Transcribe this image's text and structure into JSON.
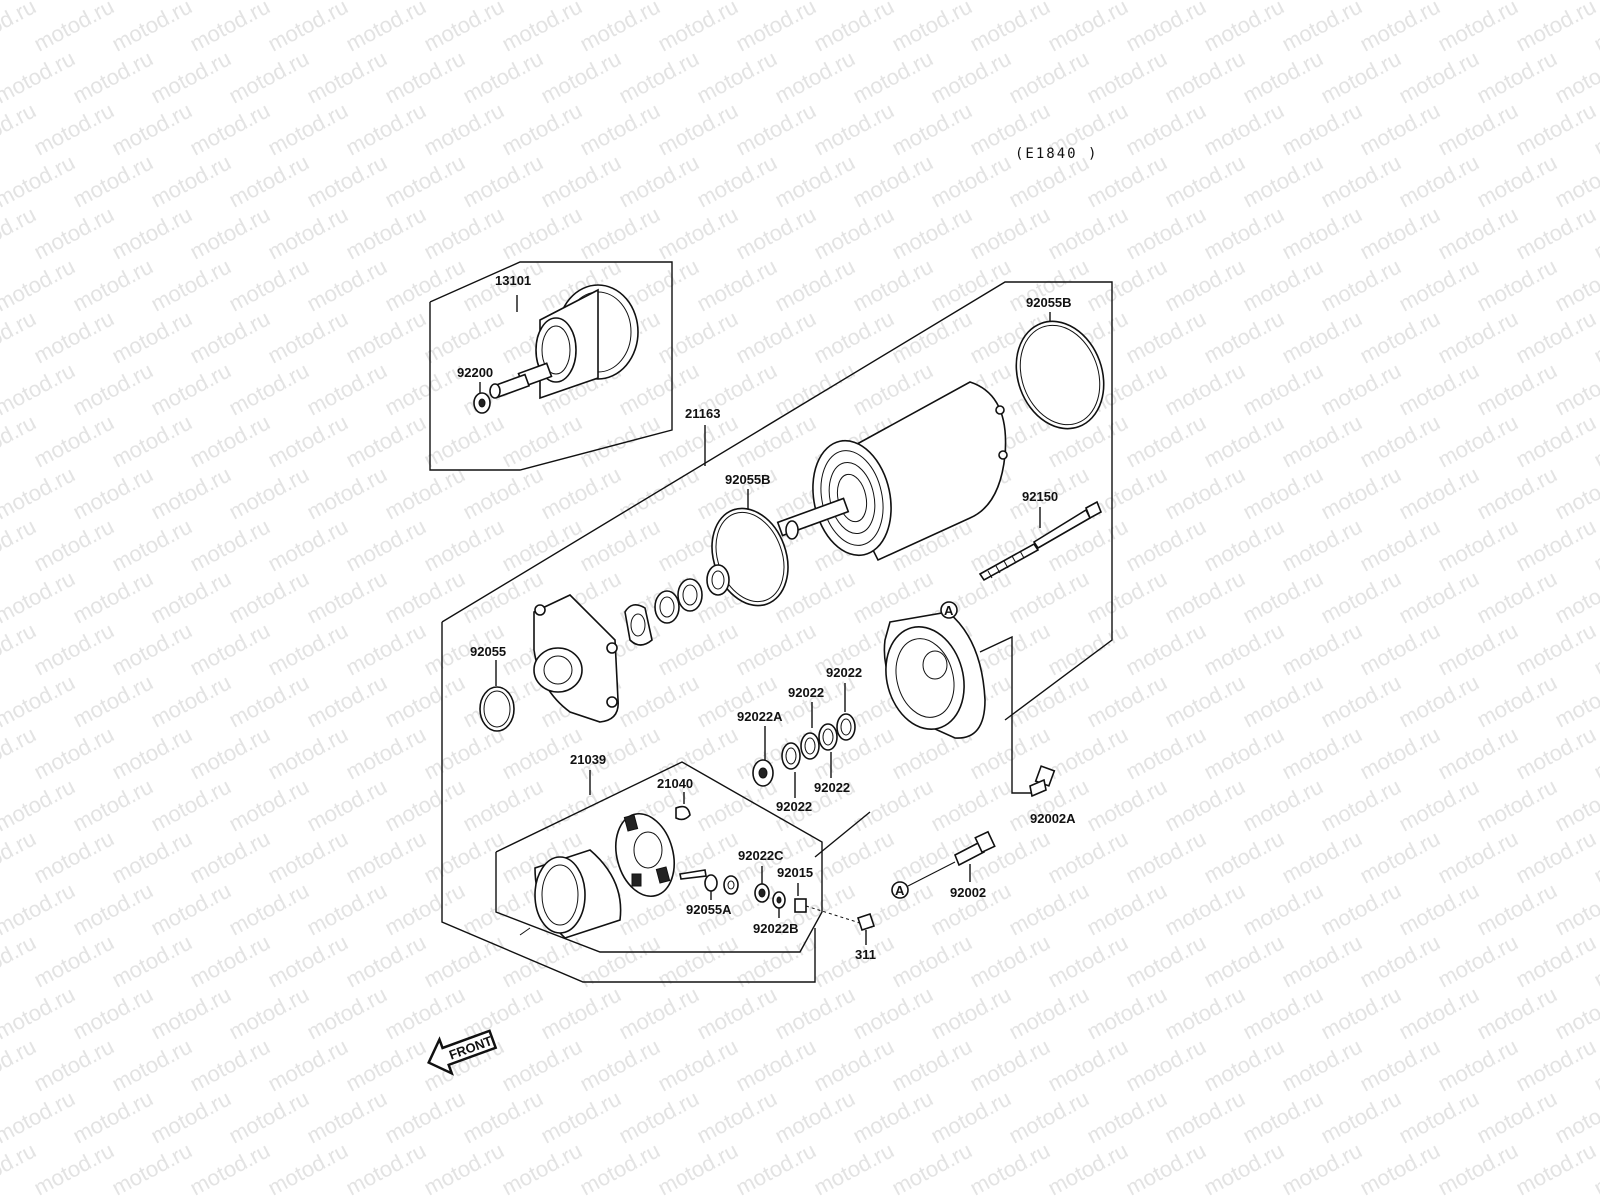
{
  "diagram": {
    "code": "(E1840 )",
    "watermark_text": "motod.ru",
    "front_label": "FRONT",
    "marker_letter": "A",
    "labels": [
      {
        "id": "l13101",
        "text": "13101"
      },
      {
        "id": "l92200",
        "text": "92200"
      },
      {
        "id": "l21163",
        "text": "21163"
      },
      {
        "id": "l92055B_top",
        "text": "92055B"
      },
      {
        "id": "l92055B_mid",
        "text": "92055B"
      },
      {
        "id": "l92150",
        "text": "92150"
      },
      {
        "id": "l92055",
        "text": "92055"
      },
      {
        "id": "l92022_a",
        "text": "92022"
      },
      {
        "id": "l92022_b",
        "text": "92022"
      },
      {
        "id": "l92022A",
        "text": "92022A"
      },
      {
        "id": "l92022_c",
        "text": "92022"
      },
      {
        "id": "l92022_d",
        "text": "92022"
      },
      {
        "id": "l21039",
        "text": "21039"
      },
      {
        "id": "l21040",
        "text": "21040"
      },
      {
        "id": "l92022C",
        "text": "92022C"
      },
      {
        "id": "l92015",
        "text": "92015"
      },
      {
        "id": "l92055A",
        "text": "92055A"
      },
      {
        "id": "l92022B",
        "text": "92022B"
      },
      {
        "id": "l311",
        "text": "311"
      },
      {
        "id": "l92002A",
        "text": "92002A"
      },
      {
        "id": "l92002",
        "text": "92002"
      }
    ]
  }
}
